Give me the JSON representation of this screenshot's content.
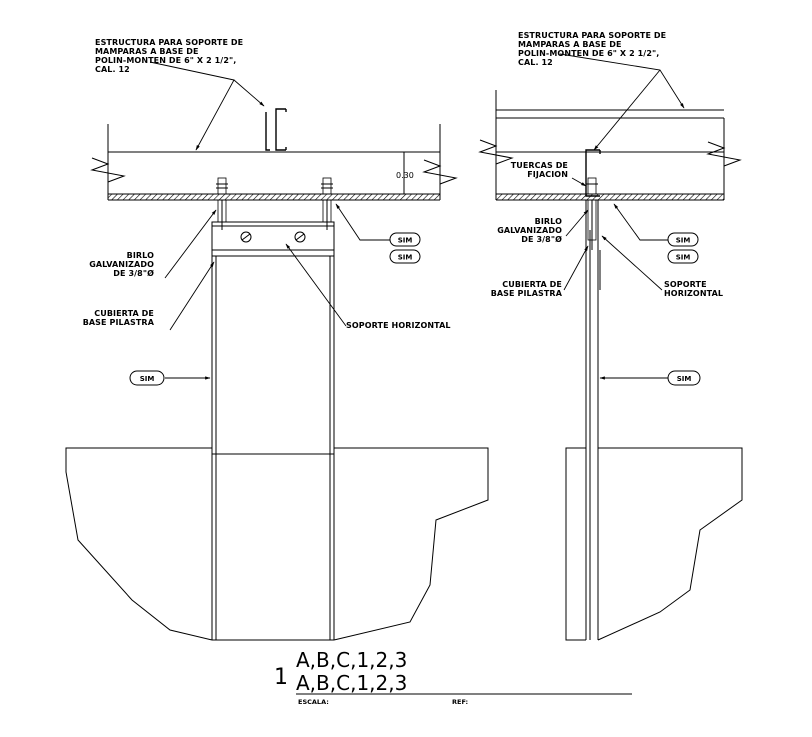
{
  "left_detail": {
    "title_label": [
      "ESTRUCTURA PARA SOPORTE DE",
      "MAMPARAS A BASE DE",
      "POLIN-MONTEN DE 6\" X 2 1/2\",",
      "CAL. 12"
    ],
    "dimension": "0.30",
    "birlo_label": [
      "BIRLO",
      "GALVANIZADO",
      "DE 3/8\"Ø"
    ],
    "cubierta_label": [
      "CUBIERTA DE",
      "BASE PILASTRA"
    ],
    "soporte_label": "SOPORTE HORIZONTAL",
    "sim_tags": [
      "SIM",
      "SIM",
      "SIM"
    ]
  },
  "right_detail": {
    "title_label": [
      "ESTRUCTURA PARA SOPORTE DE",
      "MAMPARAS A BASE DE",
      "POLIN-MONTEN DE 6\" X 2 1/2\",",
      "CAL. 12"
    ],
    "tuercas_label": [
      "TUERCAS DE",
      "FIJACION"
    ],
    "birlo_label": [
      "BIRLO",
      "GALVANIZADO",
      "DE 3/8\"Ø"
    ],
    "cubierta_label": [
      "CUBIERTA DE",
      "BASE PILASTRA"
    ],
    "soporte_label": [
      "SOPORTE",
      "HORIZONTAL"
    ],
    "sim_tags": [
      "SIM",
      "SIM",
      "SIM"
    ]
  },
  "title_block": {
    "number": "1",
    "line1": "A,B,C,1,2,3",
    "line2": "A,B,C,1,2,3",
    "escala_label": "ESCALA:",
    "ref_label": "REF:"
  },
  "colors": {
    "ink": "#000000",
    "background": "#ffffff"
  }
}
